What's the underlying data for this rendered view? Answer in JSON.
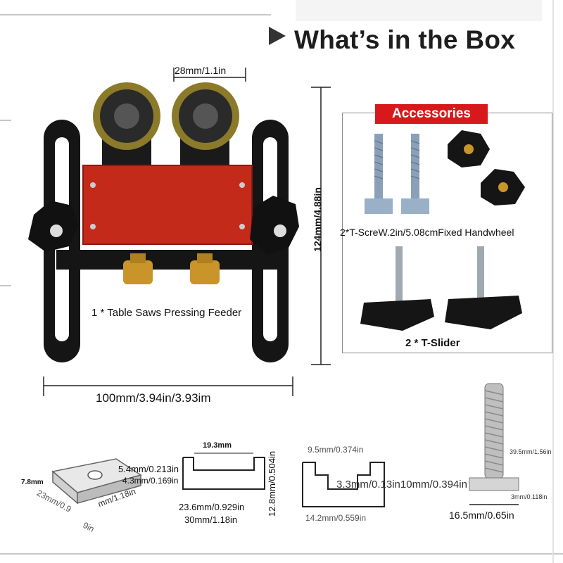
{
  "header": {
    "title": "What’s in the Box"
  },
  "main_product": {
    "label": "1 * Table Saws Pressing Feeder",
    "width_dim": "100mm/3.94in/3.93im",
    "height_dim": "124mm/4.88in",
    "roller_dim": "28mm/1.1in",
    "colors": {
      "frame": "#151515",
      "plate": "#c42a1a",
      "roller": "#9a8a3a",
      "knob_brass": "#c9952a"
    }
  },
  "accessories": {
    "badge": "Accessories",
    "tscrew_label": "2*T-ScreW.2in/5.08cmFixed Handwheel",
    "tslider_label": "2 * T-Slider"
  },
  "dimensions": {
    "block_height": "7.8mm",
    "block_diag": "23mm/0.9",
    "block_diag2": "mm/1.18in",
    "block_diag3": "9in",
    "channel_top": "19.3mm",
    "channel_a": "5.4mm/0.213in",
    "channel_b": "4.3mm/0.169in",
    "channel_height": "12.8mm/0.504in",
    "channel_inner_width": "23.6mm/0.929in",
    "channel_outer_width": "30mm/1.18in",
    "slot_top": "9.5mm/0.374in",
    "slot_mid": "3.3mm/0.13in10mm/0.394in",
    "slot_bottom": "14.2mm/0.559in",
    "bolt_length": "39.5mm/1.56in",
    "bolt_head": "3mm/0.118in",
    "bolt_width": "16.5mm/0.65in"
  }
}
